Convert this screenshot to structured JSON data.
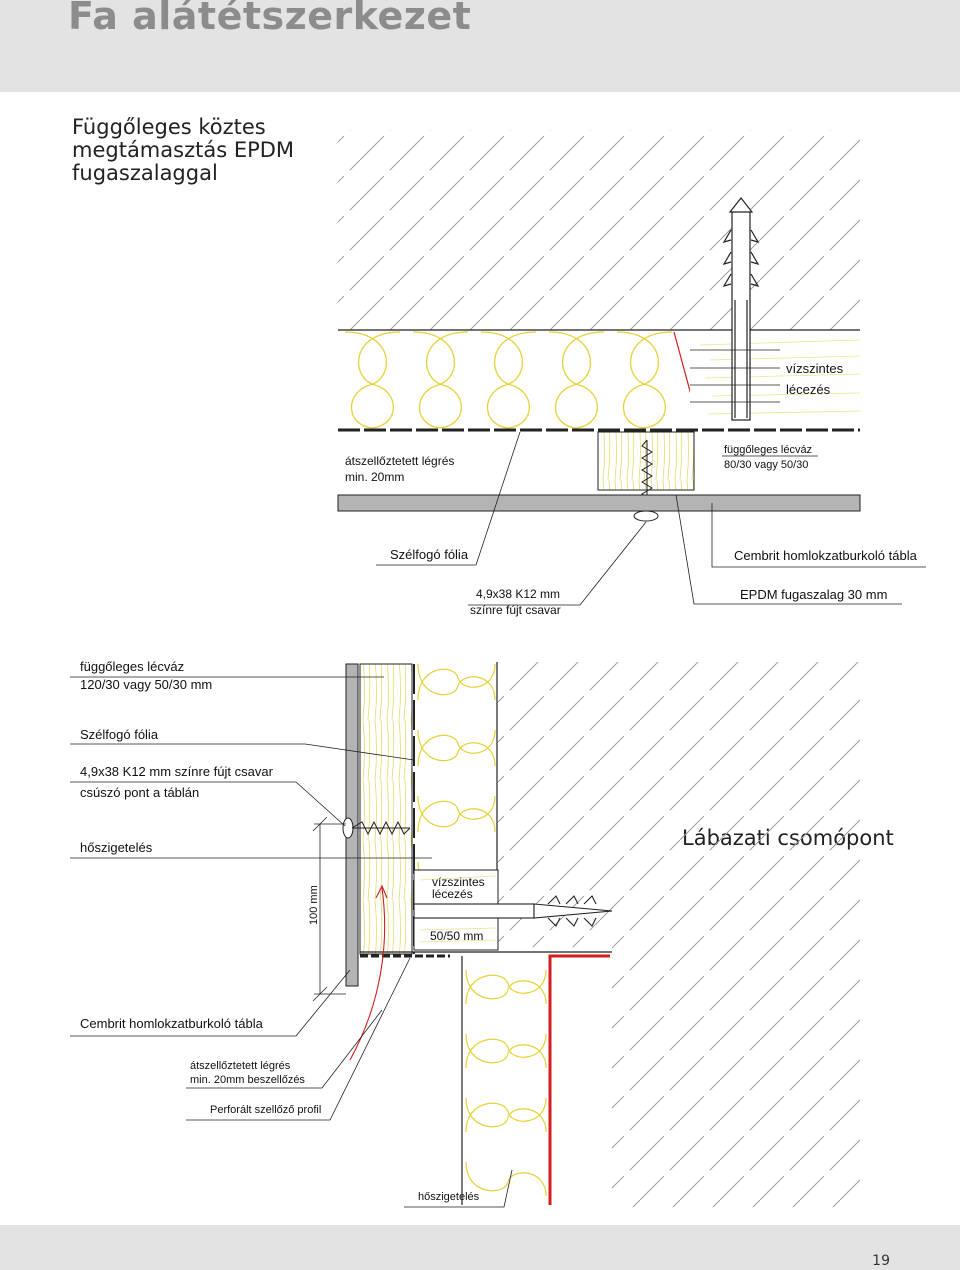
{
  "header": {
    "title": "Fa alátétszerkezet"
  },
  "footer": {
    "page_number": "19"
  },
  "upper": {
    "title": "Függőleges köztes\nmegtámasztás EPDM\nfugaszalaggal",
    "labels": {
      "horizontal_battens_1": "vízszintes",
      "horizontal_battens_2": "lécezés",
      "ventilated_gap_1": "átszellőztetett légrés",
      "ventilated_gap_2": "min. 20mm",
      "vertical_batten_1": "függőleges lécváz",
      "vertical_batten_2": "80/30 vagy   50/30",
      "wind_foil": "Szélfogó fólia",
      "cladding_board": "Cembrit homlokzatburkoló tábla",
      "screw_1": "4,9x38 K12 mm",
      "screw_2": "színre fújt csavar",
      "epdm_tape": "EPDM fugaszalag 30 mm"
    }
  },
  "lower": {
    "title": "Lábazati csomópont",
    "labels": {
      "vertical_batten_1": "függőleges lécváz",
      "vertical_batten_2": "120/30 vagy 50/30 mm",
      "wind_foil": "Szélfogó fólia",
      "screw_1": "4,9x38 K12 mm színre fújt csavar",
      "screw_2": "csúszó pont a táblán",
      "insulation_left": "hőszigetelés",
      "horizontal_battens_1": "vízszintes",
      "horizontal_battens_2": "lécezés",
      "batten_size": "50/50  mm",
      "dimension_100": "100 mm",
      "cladding_board": "Cembrit homlokzatburkoló tábla",
      "ventilated_gap_1": "átszellőztetett légrés",
      "ventilated_gap_2": "min. 20mm beszellőzés",
      "perforated_profile": "Perforált szellőző profil",
      "insulation_bottom": "hőszigetelés"
    }
  },
  "colors": {
    "insulation": "#f0e04a",
    "profile_red": "#d21e1e",
    "hatch": "#9a9a9a",
    "board": "#b4b4b4",
    "band": "#e3e3e4"
  }
}
